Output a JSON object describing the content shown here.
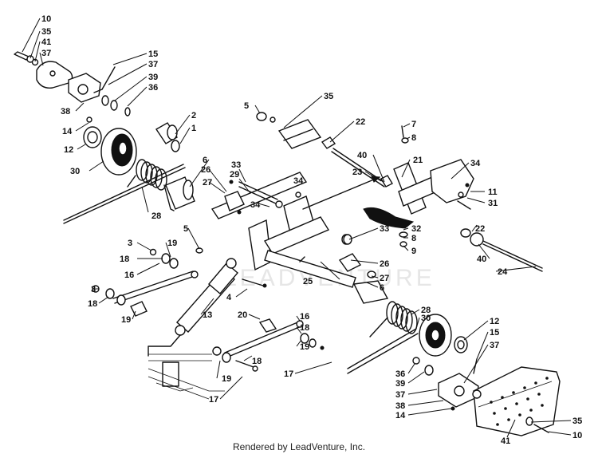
{
  "footer_text": "Rendered by LeadVenture, Inc.",
  "watermark": "LEADVENTURE",
  "callouts": [
    "10",
    "35",
    "41",
    "37",
    "15",
    "37",
    "39",
    "36",
    "38",
    "14",
    "12",
    "30",
    "2",
    "1",
    "6",
    "26",
    "27",
    "33",
    "29",
    "34",
    "34",
    "28",
    "5",
    "35",
    "22",
    "7",
    "8",
    "40",
    "21",
    "23",
    "34",
    "11",
    "31",
    "32",
    "8",
    "9",
    "22",
    "40",
    "24",
    "3",
    "18",
    "19",
    "5",
    "3",
    "18",
    "16",
    "19",
    "4",
    "13",
    "33",
    "25",
    "26",
    "27",
    "6",
    "20",
    "16",
    "18",
    "19",
    "17",
    "19",
    "18",
    "17",
    "28",
    "30",
    "12",
    "15",
    "37",
    "36",
    "39",
    "37",
    "38",
    "14",
    "41",
    "35",
    "10"
  ]
}
